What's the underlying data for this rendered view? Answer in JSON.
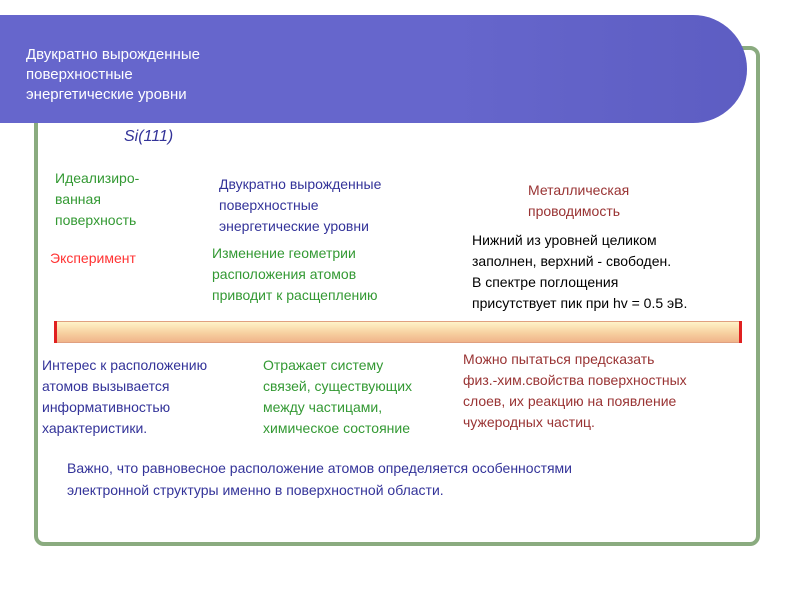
{
  "title": {
    "lines": [
      "Двукратно вырожденные",
      "поверхностные",
      "энергетические уровни"
    ]
  },
  "si_label": "Si(111)",
  "columns": {
    "left_heading": [
      "Идеализиро-",
      "ванная",
      "поверхность"
    ],
    "middle_heading": [
      "Двукратно вырожденные",
      "поверхностные",
      "энергетические уровни"
    ],
    "right_heading": [
      "Металлическая",
      "проводимость"
    ],
    "experiment_label": "Эксперимент",
    "middle_result": [
      "Изменение геометрии",
      "расположения атомов",
      "приводит к расщеплению"
    ],
    "right_result": [
      "Нижний из уровней целиком",
      "заполнен, верхний - свободен.",
      "В спектре поглощения",
      "присутствует пик при hv = 0.5 эВ."
    ]
  },
  "below": {
    "left": [
      "Интерес к расположению",
      "атомов вызывается",
      "информативностью",
      "характеристики."
    ],
    "middle": [
      "Отражает систему",
      "связей, существующих",
      "между частицами,",
      "химическое состояние"
    ],
    "right": [
      "Можно пытаться предсказать",
      "физ.-хим.свойства поверхностных",
      "слоев, их реакцию на появление",
      "чужеродных частиц."
    ]
  },
  "conclusion": [
    "Важно, что равновесное расположение атомов определяется особенностями",
    "электронной структуры именно в поверхностной области."
  ],
  "colors": {
    "title_band": "#6666cc",
    "frame": "#8aab7f",
    "green": "#339933",
    "blue": "#333399",
    "red": "#ff3333",
    "brown": "#993333"
  }
}
